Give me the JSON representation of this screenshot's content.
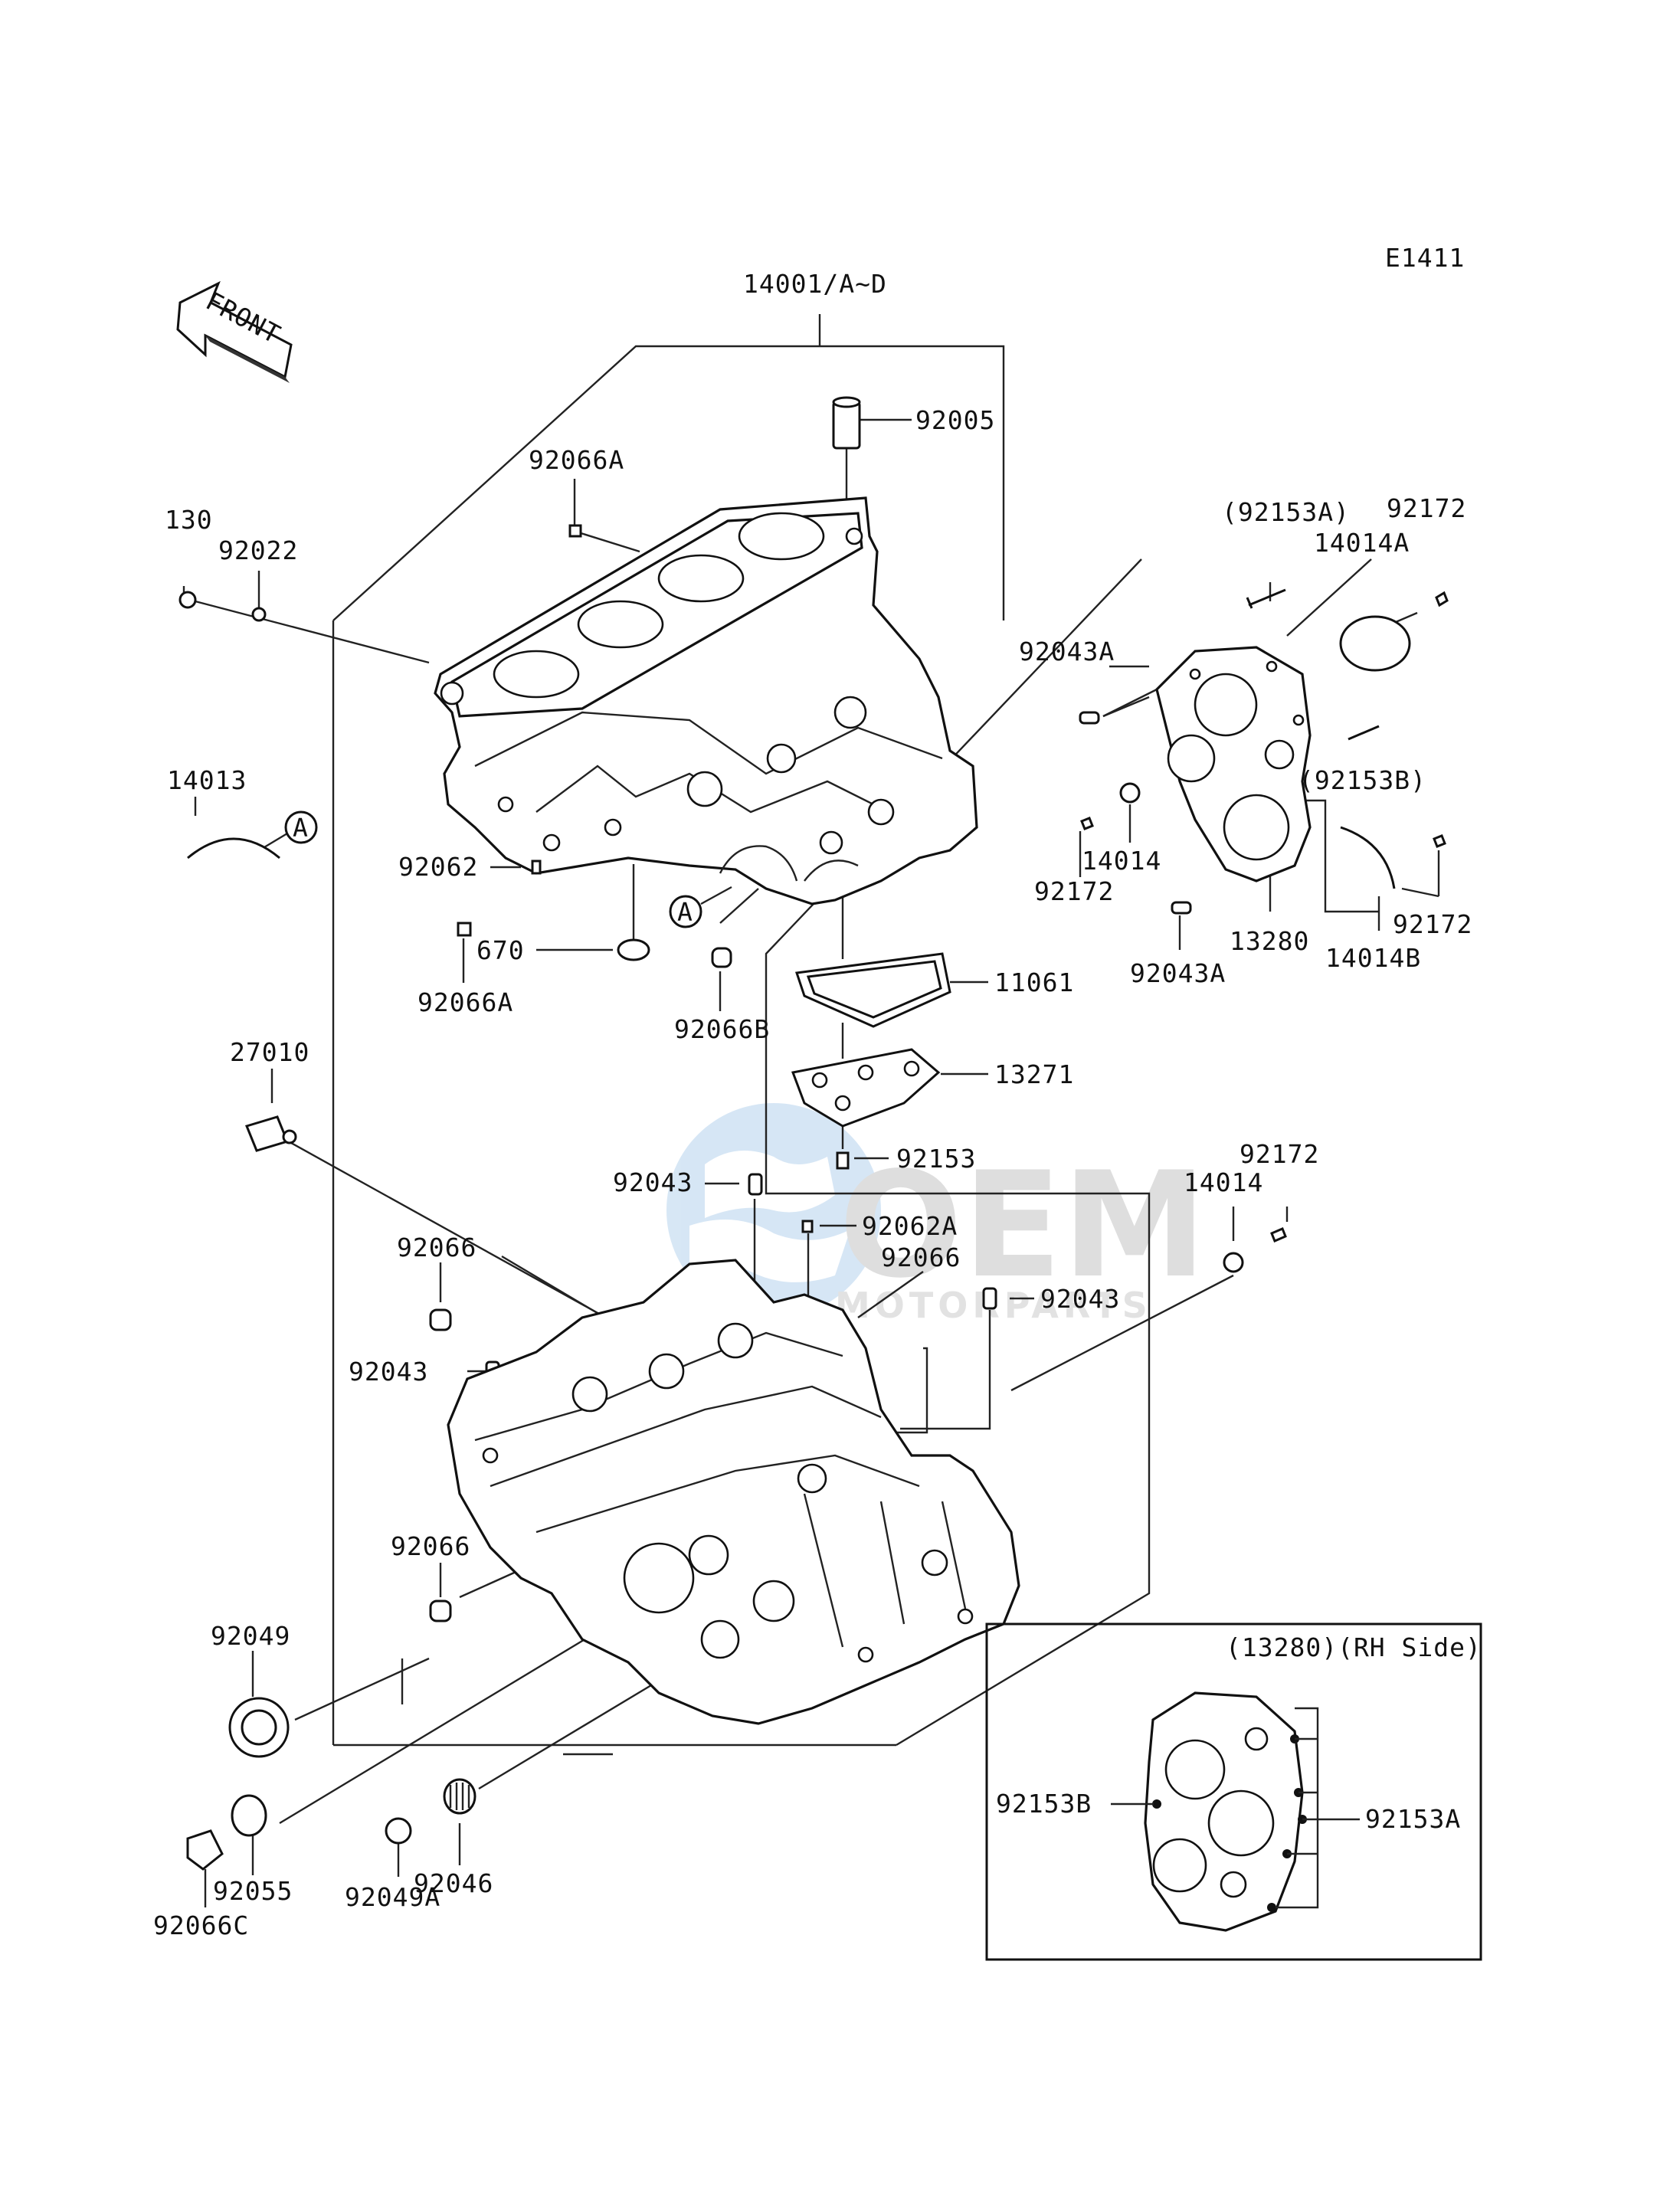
{
  "diagram_code": "E1411",
  "front_arrow_label": "FRONT",
  "inset_title": "(13280)(RH Side)",
  "watermark": {
    "main": "OEM",
    "sub": "MOTORPARTS"
  },
  "callouts": {
    "p14001": "14001/A~D",
    "p92005": "92005",
    "p92066A_top": "92066A",
    "p130": "130",
    "p92022": "92022",
    "p14013": "14013",
    "circleA_left": "A",
    "circleA_mid": "A",
    "p92062": "92062",
    "p670": "670",
    "p92066A_low": "92066A",
    "p92066B": "92066B",
    "p11061": "11061",
    "p13271": "13271",
    "p92153": "92153",
    "p92153A_paren": "(92153A)",
    "p92172_top": "92172",
    "p14014A": "14014A",
    "p92043A_top": "92043A",
    "p92153B_paren": "(92153B)",
    "p92172_left": "92172",
    "p14014_cover": "14014",
    "p13280": "13280",
    "p92043A_low": "92043A",
    "p14014B": "14014B",
    "p92172_right": "92172",
    "p27010": "27010",
    "p92043_mid": "92043",
    "p92062A": "92062A",
    "p92066_mid": "92066",
    "p92043_right": "92043",
    "p14014_low": "14014",
    "p92172_low": "92172",
    "p92066_left": "92066",
    "p92043_left": "92043",
    "p92066_bottom": "92066",
    "p92049": "92049",
    "p92055": "92055",
    "p92066C": "92066C",
    "p92049A": "92049A",
    "p92046": "92046",
    "inset_92153B": "92153B",
    "inset_92153A": "92153A"
  }
}
